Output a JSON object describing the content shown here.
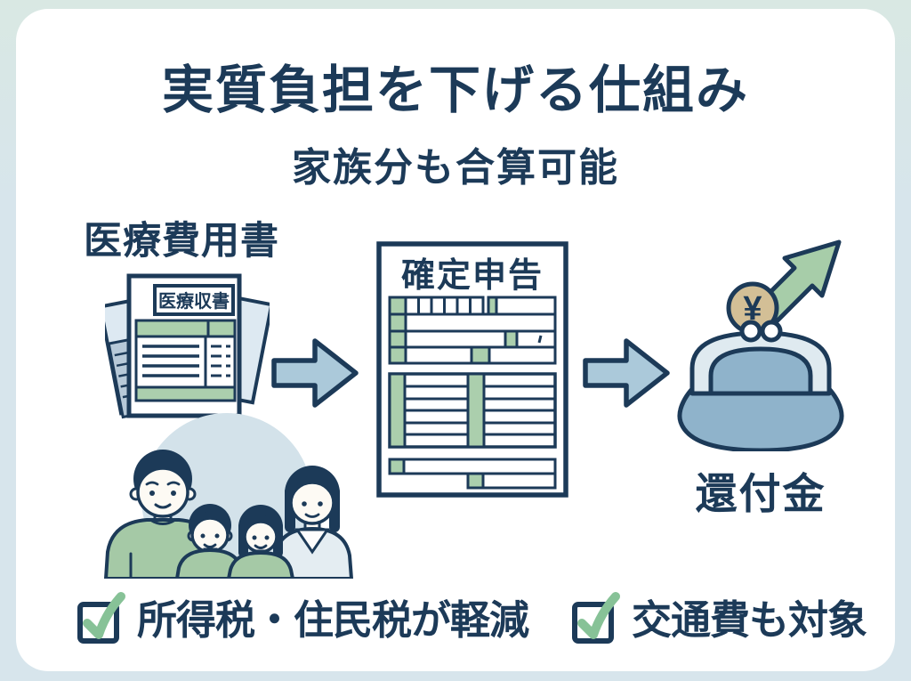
{
  "header": {
    "title": "実質負担を下げる仕組み",
    "subtitle": "家族分も合算可能"
  },
  "flow": {
    "receipts": {
      "label": "医療費用書",
      "front_title": "医療収書"
    },
    "tax_return": {
      "title": "確定申告"
    },
    "refund": {
      "label": "還付金",
      "coin_symbol": "¥"
    }
  },
  "benefits": [
    {
      "label": "所得税・住民税が軽減"
    },
    {
      "label": "交通費も対象"
    }
  ],
  "colors": {
    "background": "#d7e5ec",
    "card": "#ffffff",
    "ink_navy": "#1c3a58",
    "accent_green": "#abcfad",
    "check_green": "#87c297",
    "arrow_blue": "#abc9da",
    "paper_blue": "#dde9f2",
    "purse_body": "#8fb3cb",
    "purse_frame": "#dfeaf0",
    "coin_tan": "#d3bf96",
    "family_circle": "#d3e2ea"
  }
}
